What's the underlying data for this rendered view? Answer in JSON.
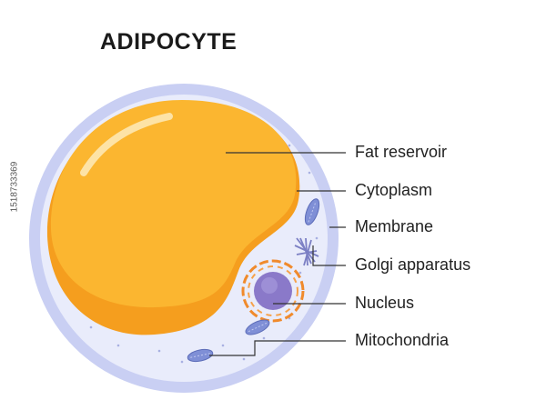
{
  "title": "ADIPOCYTE",
  "labels": {
    "fat_reservoir": "Fat reservoir",
    "cytoplasm": "Cytoplasm",
    "membrane": "Membrane",
    "golgi": "Golgi apparatus",
    "nucleus": "Nucleus",
    "mitochondria": "Mitochondria"
  },
  "side_text": "1518733369",
  "colors": {
    "membrane": "#c7cdf2",
    "cytoplasm": "#e8ebfb",
    "fat_main": "#fbb72f",
    "fat_shadow": "#f49b1c",
    "nucleus": "#8a79c9",
    "nucleus_ring": "#f08a2c",
    "mitochondria": "#7f8fd6",
    "golgi": "#7b7fc4",
    "leader_line": "#333333"
  }
}
